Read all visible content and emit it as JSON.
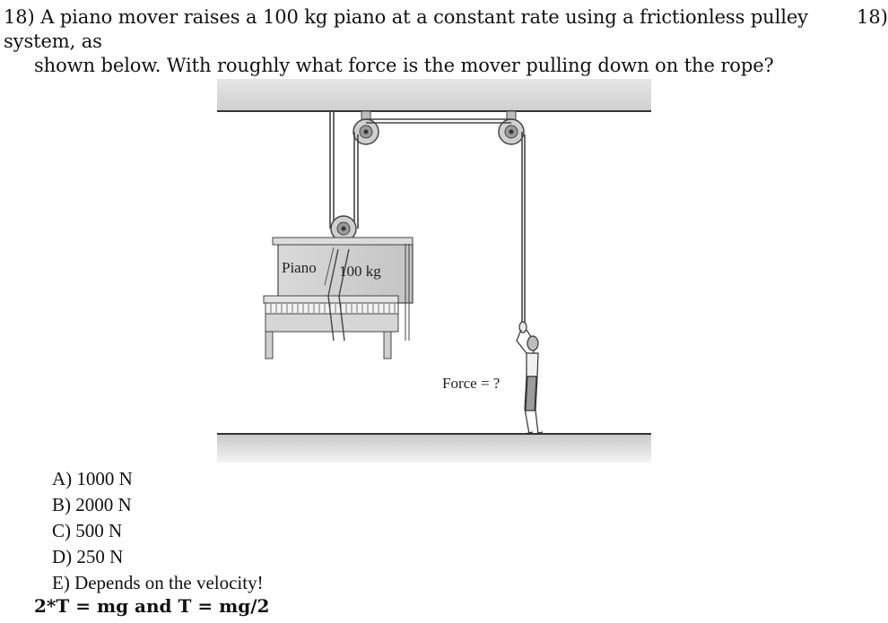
{
  "question": {
    "number": "18)",
    "line1": "18) A piano mover raises a 100 kg piano at a constant rate using a frictionless pulley system, as",
    "line2": "shown below. With roughly what force is the mover pulling down on the rope?",
    "right_edge_number": "18)"
  },
  "figure": {
    "piano_label": "Piano",
    "mass_label": "100 kg",
    "force_label": "Force = ?"
  },
  "choices": [
    {
      "text": "A) 1000 N"
    },
    {
      "text": "B) 2000 N"
    },
    {
      "text": "C) 500 N"
    },
    {
      "text": "D) 250 N"
    },
    {
      "text": "E) Depends on the velocity!"
    }
  ],
  "answer_note": "2*T = mg and T = mg/2"
}
